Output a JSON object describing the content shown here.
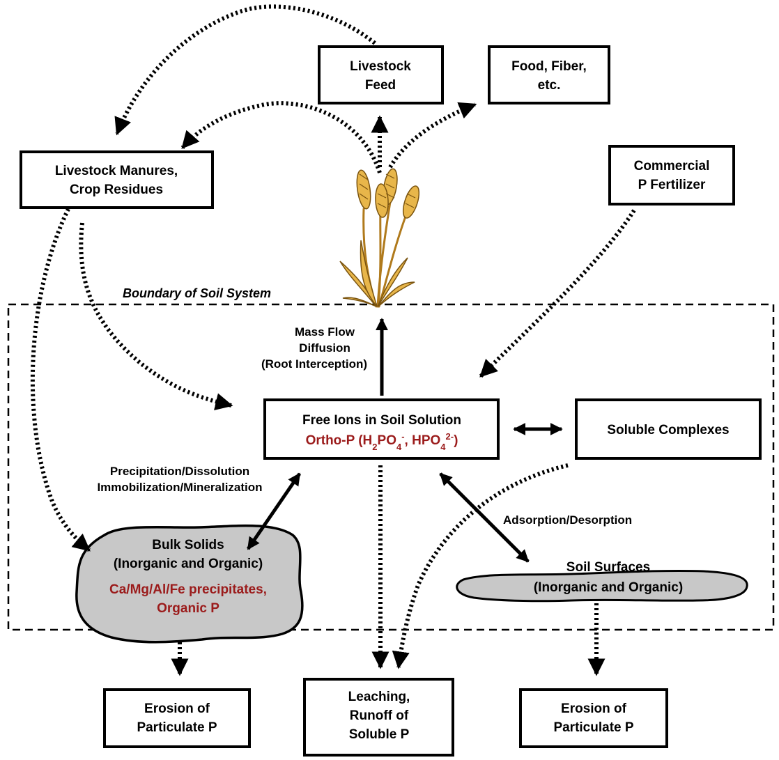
{
  "boundary_label": "Boundary of Soil System",
  "boxes": {
    "livestock_feed": [
      "Livestock",
      "Feed"
    ],
    "food_fiber": [
      "Food, Fiber,",
      "etc."
    ],
    "manures": [
      "Livestock Manures,",
      "Crop Residues"
    ],
    "commercial_fertilizer": [
      "Commercial",
      "P Fertilizer"
    ],
    "free_ions": {
      "line1": "Free Ions in Soil Solution",
      "line2_prefix": "Ortho-P (H",
      "sub1": "2",
      "mid1": "PO",
      "sub2": "4",
      "sup1": "-",
      "mid2": ", HPO",
      "sub3": "4",
      "sup2": "2-",
      "line2_suffix": ")"
    },
    "soluble_complexes": "Soluble Complexes",
    "erosion_left": [
      "Erosion of",
      "Particulate P"
    ],
    "leaching": [
      "Leaching,",
      "Runoff of",
      "Soluble P"
    ],
    "erosion_right": [
      "Erosion of",
      "Particulate P"
    ]
  },
  "bulk_solids": {
    "title": [
      "Bulk Solids",
      "(Inorganic and Organic)"
    ],
    "detail": [
      "Ca/Mg/Al/Fe precipitates,",
      "Organic P"
    ]
  },
  "soil_surfaces": {
    "title": "Soil Surfaces",
    "subtitle": "(Inorganic and Organic)"
  },
  "process_labels": {
    "uptake": [
      "Mass Flow",
      "Diffusion",
      "(Root Interception)"
    ],
    "precip": [
      "Precipitation/Dissolution",
      "Immobilization/Mineralization"
    ],
    "adsorption": "Adsorption/Desorption"
  },
  "colors": {
    "accent_red": "#9b1b1b",
    "solid_fill": "#c8c8c8"
  }
}
